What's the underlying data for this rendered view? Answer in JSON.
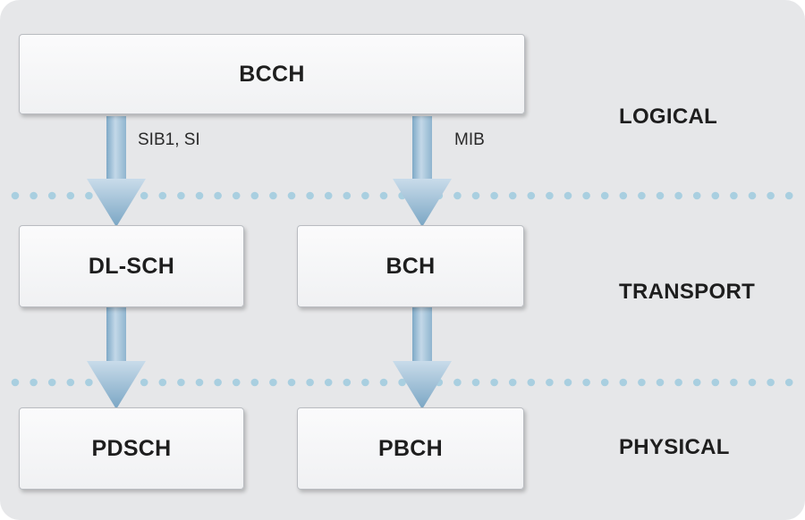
{
  "layers": {
    "logical": "LOGICAL",
    "transport": "TRANSPORT",
    "physical": "PHYSICAL"
  },
  "channels": {
    "bcch": "BCCH",
    "dlsch": "DL-SCH",
    "bch": "BCH",
    "pdsch": "PDSCH",
    "pbch": "PBCH"
  },
  "arrows": {
    "bcch_to_dlsch": "SIB1, SI",
    "bcch_to_bch": "MIB"
  },
  "colors": {
    "background": "#e6e7e9",
    "dots": "#a9cfe0",
    "arrow_light": "#c7dbe9",
    "arrow_dark": "#7ea9c7"
  }
}
